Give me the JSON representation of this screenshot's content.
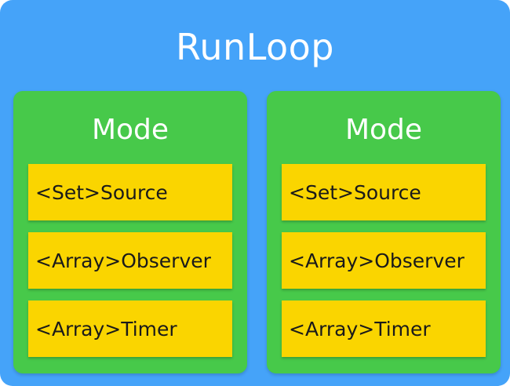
{
  "runloop": {
    "title": "RunLoop"
  },
  "modes": [
    {
      "title": "Mode",
      "items": [
        "<Set>Source",
        "<Array>Observer",
        "<Array>Timer"
      ]
    },
    {
      "title": "Mode",
      "items": [
        "<Set>Source",
        "<Array>Observer",
        "<Array>Timer"
      ]
    }
  ],
  "colors": {
    "runloop_bg": "#45a3f9",
    "mode_bg": "#47c94a",
    "item_bg": "#fad500"
  }
}
